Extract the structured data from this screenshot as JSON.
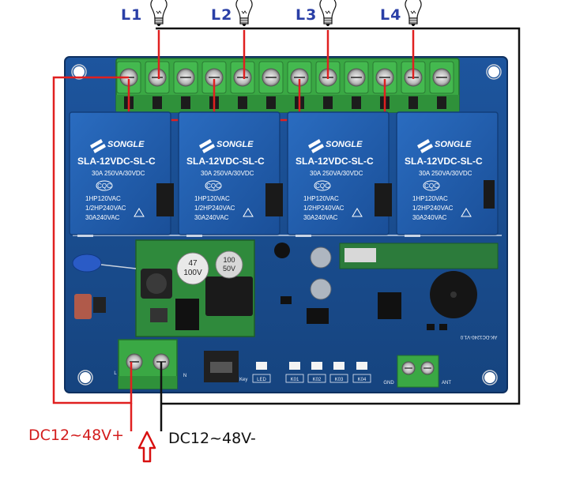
{
  "lamps": [
    {
      "label": "L1",
      "icon": "light-bulb"
    },
    {
      "label": "L2",
      "icon": "light-bulb"
    },
    {
      "label": "L3",
      "icon": "light-bulb"
    },
    {
      "label": "L4",
      "icon": "light-bulb"
    }
  ],
  "relays": [
    {
      "brand": "SONGLE",
      "model": "SLA-12VDC-SL-C",
      "spec1": "30A 250VA/30VDC",
      "mark": "CQC",
      "spec2": "1HP120VAC",
      "spec3": "1/2HP240VAC",
      "spec4": "30A240VAC"
    },
    {
      "brand": "SONGLE",
      "model": "SLA-12VDC-SL-C",
      "spec1": "30A 250VA/30VDC",
      "mark": "CQC",
      "spec2": "1HP120VAC",
      "spec3": "1/2HP240VAC",
      "spec4": "30A240VAC"
    },
    {
      "brand": "SONGLE",
      "model": "SLA-12VDC-SL-C",
      "spec1": "30A 250VA/30VDC",
      "mark": "CQC",
      "spec2": "1HP120VAC",
      "spec3": "1/2HP240VAC",
      "spec4": "30A240VAC"
    },
    {
      "brand": "SONGLE",
      "model": "SLA-12VDC-SL-C",
      "spec1": "30A 250VA/30VDC",
      "mark": "CQC",
      "spec2": "1HP120VAC",
      "spec3": "1/2HP240VAC",
      "spec4": "30A240VAC"
    }
  ],
  "capacitors": {
    "c1": [
      "47",
      "100V"
    ],
    "c2": [
      "100",
      "50V"
    ]
  },
  "silkscreen": {
    "led": "LED",
    "k1": "K01",
    "k2": "K02",
    "k3": "K03",
    "k4": "K04",
    "gnd": "GND",
    "ant": "ANT",
    "key": "Key",
    "board_id": "AK-DC1240-V1.0",
    "plus": "+",
    "n": "N",
    "l": "L"
  },
  "power": {
    "positive": "DC12~48V+",
    "negative": "DC12~48V-"
  },
  "colors": {
    "board": "#1b4e94",
    "terminal": "#3aa844",
    "relay": "#1f5fb0",
    "wire_live": "#e02020",
    "wire_neutral": "#111111",
    "arrow": "#d81010"
  }
}
